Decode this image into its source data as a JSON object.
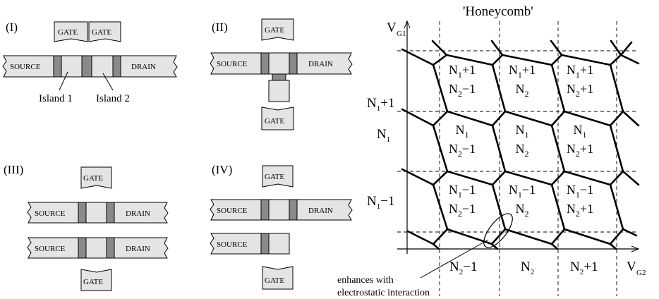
{
  "panels": {
    "I": {
      "label": "(I)",
      "gate_labels": [
        "GATE",
        "GATE"
      ],
      "source_label": "SOURCE",
      "drain_label": "DRAIN",
      "island_labels": [
        "Island 1",
        "Island 2"
      ]
    },
    "II": {
      "label": "(II)",
      "gate_labels": [
        "GATE",
        "GATE"
      ],
      "source_label": "SOURCE",
      "drain_label": "DRAIN"
    },
    "III": {
      "label": "(III)",
      "gate_labels": [
        "GATE",
        "GATE"
      ],
      "source_labels": [
        "SOURCE",
        "SOURCE"
      ],
      "drain_labels": [
        "DRAIN",
        "DRAIN"
      ]
    },
    "IV": {
      "label": "(IV)",
      "gate_labels": [
        "GATE",
        "GATE"
      ],
      "source_labels": [
        "SOURCE",
        "SOURCE"
      ],
      "drain_label": "DRAIN"
    }
  },
  "honeycomb": {
    "title": "'Honeycomb'",
    "y_axis": {
      "main": "V",
      "sub": "G1"
    },
    "x_axis": {
      "main": "V",
      "sub": "G2"
    },
    "row_labels": [
      {
        "main": "N",
        "sub": "1",
        "rest": "+1"
      },
      {
        "main": "N",
        "sub": "1",
        "rest": ""
      },
      {
        "main": "N",
        "sub": "1",
        "rest": "−1"
      }
    ],
    "col_labels": [
      {
        "main": "N",
        "sub": "2",
        "rest": "−1"
      },
      {
        "main": "N",
        "sub": "2",
        "rest": ""
      },
      {
        "main": "N",
        "sub": "2",
        "rest": "+1"
      }
    ],
    "cells": [
      [
        {
          "top": [
            "N",
            "1",
            "+1"
          ],
          "bottom": [
            "N",
            "2",
            "−1"
          ]
        },
        {
          "top": [
            "N",
            "1",
            "+1"
          ],
          "bottom": [
            "N",
            "2",
            ""
          ]
        },
        {
          "top": [
            "N",
            "1",
            "+1"
          ],
          "bottom": [
            "N",
            "2",
            "+1"
          ]
        }
      ],
      [
        {
          "top": [
            "N",
            "1",
            ""
          ],
          "bottom": [
            "N",
            "2",
            "−1"
          ]
        },
        {
          "top": [
            "N",
            "1",
            ""
          ],
          "bottom": [
            "N",
            "2",
            ""
          ]
        },
        {
          "top": [
            "N",
            "1",
            ""
          ],
          "bottom": [
            "N",
            "2",
            "+1"
          ]
        }
      ],
      [
        {
          "top": [
            "N",
            "1",
            "−1"
          ],
          "bottom": [
            "N",
            "2",
            "−1"
          ]
        },
        {
          "top": [
            "N",
            "1",
            "−1"
          ],
          "bottom": [
            "N",
            "2",
            ""
          ]
        },
        {
          "top": [
            "N",
            "1",
            "−1"
          ],
          "bottom": [
            "N",
            "2",
            "+1"
          ]
        }
      ]
    ],
    "annotation": [
      "enhances with",
      "electrostatic interaction"
    ]
  }
}
